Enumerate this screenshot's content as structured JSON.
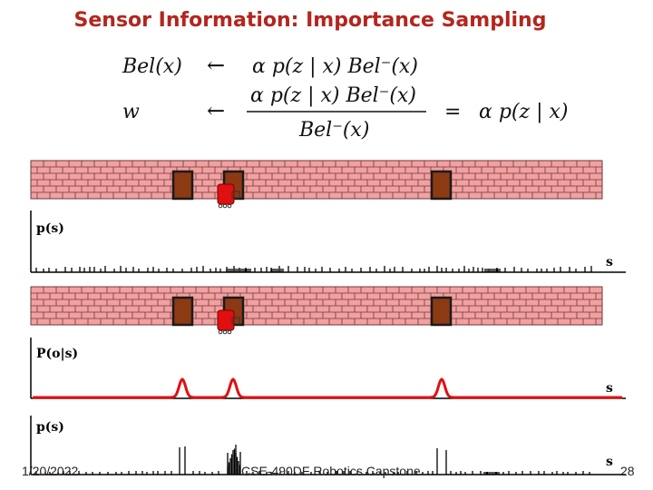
{
  "slide": {
    "title": "Sensor Information: Importance Sampling",
    "footer_date": "1/20/2022",
    "footer_course": "CSE-490DF Robotics Capstone",
    "page_number": "28"
  },
  "equations": {
    "line1_lhs": "Bel(x)",
    "line1_arrow": "←",
    "line1_rhs": "α p(z | x) Bel⁻(x)",
    "line2_lhs": "w",
    "line2_arrow": "←",
    "line2_numerator": "α p(z | x) Bel⁻(x)",
    "line2_denominator": "Bel⁻(x)",
    "line2_equals": "=",
    "line2_result": "α p(z | x)"
  },
  "plots": {
    "prior_label": "p(s)",
    "likelihood_label": "P(o|s)",
    "posterior_label": "p(s)",
    "axis_label": "s"
  },
  "colors": {
    "title": "#b3261e",
    "brick": "#f2a0a0",
    "mortar": "#6a3a3a",
    "door": "#8b3a14",
    "robot": "#e01010",
    "likelihood": "#e01010"
  }
}
